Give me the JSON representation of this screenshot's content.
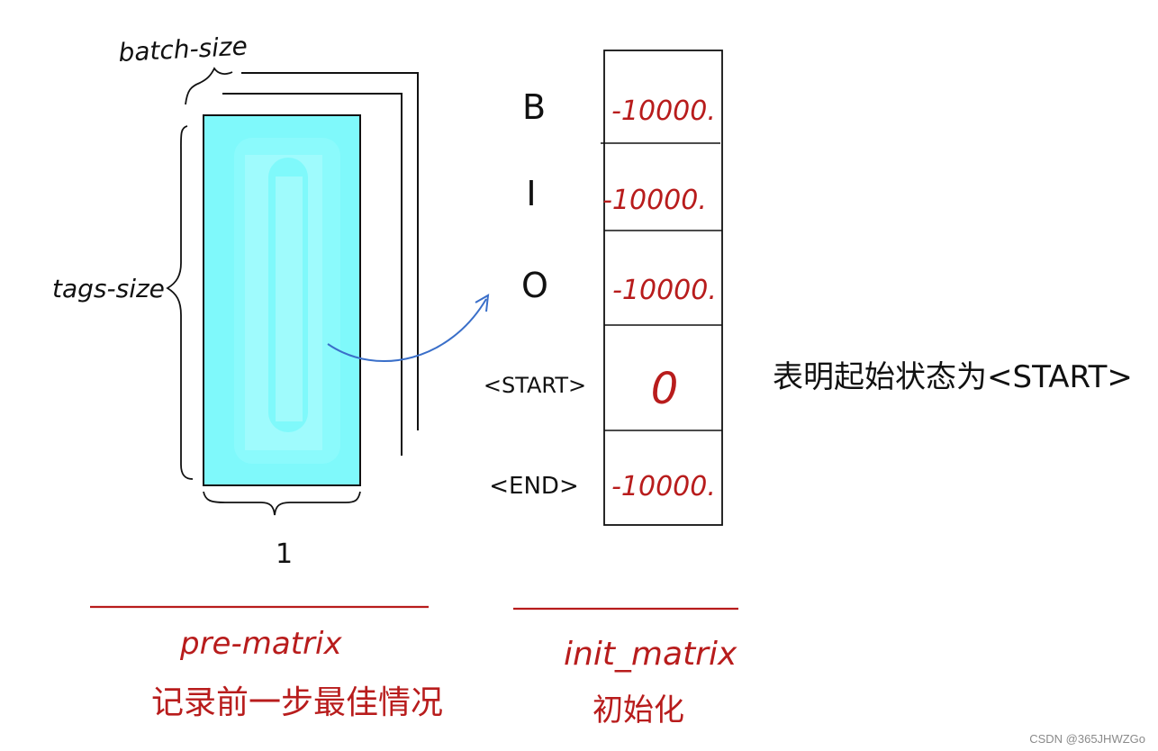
{
  "colors": {
    "ink": "#111111",
    "red_ink": "#b81c1c",
    "cyan_fill": "#7ff9fb",
    "cyan_inner": "#a8fbfd",
    "arrow_blue": "#3a6fc9"
  },
  "tensor": {
    "batch_label": "batch-size",
    "tags_label": "tags-size",
    "width_label": "1"
  },
  "matrix": {
    "rows": [
      {
        "tag": "B",
        "value": "-10000."
      },
      {
        "tag": "I",
        "value": "-10000."
      },
      {
        "tag": "O",
        "value": "-10000."
      },
      {
        "tag": "<START>",
        "value": "0"
      },
      {
        "tag": "<END>",
        "value": "-10000."
      }
    ],
    "note": "表明起始状态为<START>"
  },
  "captions": {
    "left_title": "pre-matrix",
    "left_subtitle": "记录前一步最佳情况",
    "right_title": "init_matrix",
    "right_subtitle": "初始化"
  },
  "watermark": "CSDN @365JHWZGo"
}
